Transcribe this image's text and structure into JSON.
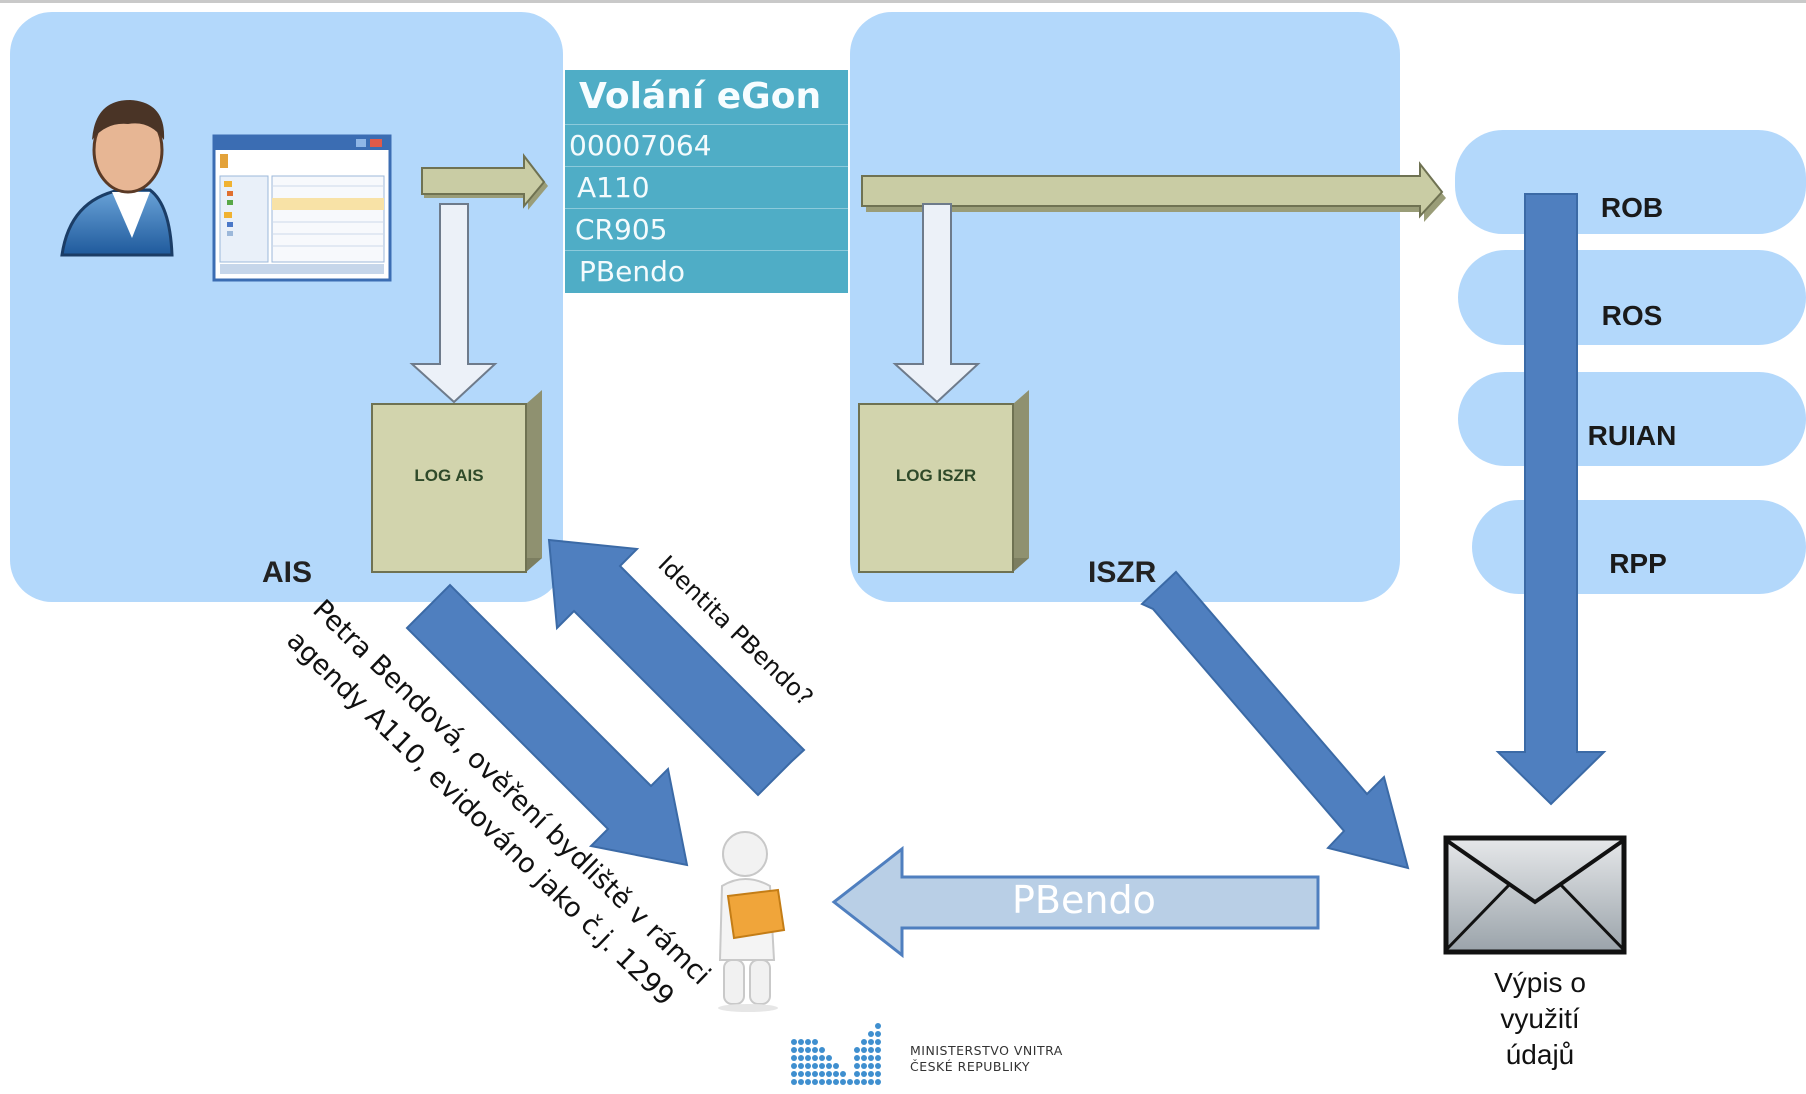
{
  "ais": {
    "label": "AIS",
    "log_label": "LOG AIS"
  },
  "iszr": {
    "label": "ISZR",
    "log_label": "LOG ISZR"
  },
  "egon_call": {
    "title": "Volání eGon",
    "rows": [
      "00007064",
      "A110",
      "CR905",
      "PBendo"
    ]
  },
  "registers": [
    "ROB",
    "ROS",
    "RUIAN",
    "RPP"
  ],
  "query_text": "Identita PBendo?",
  "request_text_line1": "Petra Bendová, ověření bydliště v rámci",
  "request_text_line2": "agendy A110, evidováno jako č.j. 1299",
  "response_arrow_text": "PBendo",
  "report": {
    "line1": "Výpis o",
    "line2": "využití",
    "line3": "údajů"
  },
  "ministry": {
    "line1": "MINISTERSTVO VNITRA",
    "line2": "ČESKÉ REPUBLIKY"
  },
  "colors": {
    "panel": "#b3d8fb",
    "arrow_blue": "#4f7fbf",
    "arrow_light": "#b9cfe6",
    "egon_table": "#4fadc6",
    "log_box": "#d2d4ad",
    "flat_arrow": "#c9cca4"
  },
  "icons": [
    "user-icon",
    "app-window-icon",
    "envelope-icon",
    "person-folder-icon",
    "ministry-logo"
  ]
}
